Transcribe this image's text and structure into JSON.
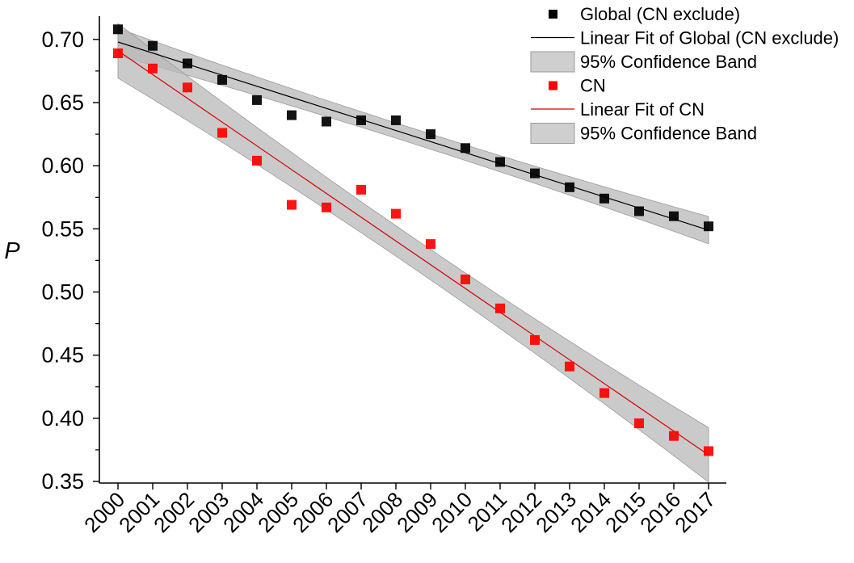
{
  "chart_data": {
    "type": "scatter",
    "xlabel": "",
    "ylabel": "P",
    "ylim": [
      0.35,
      0.72
    ],
    "yticks": [
      "0.35",
      "0.40",
      "0.45",
      "0.50",
      "0.55",
      "0.60",
      "0.65",
      "0.70"
    ],
    "categories": [
      "2000",
      "2001",
      "2002",
      "2003",
      "2004",
      "2005",
      "2006",
      "2007",
      "2008",
      "2009",
      "2010",
      "2011",
      "2012",
      "2013",
      "2014",
      "2015",
      "2016",
      "2017"
    ],
    "grid": false,
    "legend_position": "top-right",
    "series": [
      {
        "name": "Global (CN exclude)",
        "color": "#000000",
        "values": [
          0.708,
          0.695,
          0.681,
          0.668,
          0.652,
          0.64,
          0.635,
          0.636,
          0.636,
          0.625,
          0.614,
          0.603,
          0.594,
          0.583,
          0.574,
          0.564,
          0.56,
          0.552
        ],
        "fit": {
          "name": "Linear Fit of Global (CN exclude)",
          "start": 0.698,
          "end": 0.549,
          "color": "#000000"
        },
        "band": {
          "name": "95% Confidence Band",
          "half_width": 0.006
        }
      },
      {
        "name": "CN",
        "color": "#ff0000",
        "values": [
          0.689,
          0.677,
          0.662,
          0.626,
          0.604,
          0.569,
          0.567,
          0.581,
          0.562,
          0.538,
          0.51,
          0.487,
          0.462,
          0.441,
          0.42,
          0.396,
          0.386,
          0.374
        ],
        "fit": {
          "name": "Linear Fit of CN",
          "start": 0.691,
          "end": 0.371,
          "color": "#d40000"
        },
        "band": {
          "name": "95% Confidence Band",
          "half_width": 0.012
        }
      }
    ]
  }
}
